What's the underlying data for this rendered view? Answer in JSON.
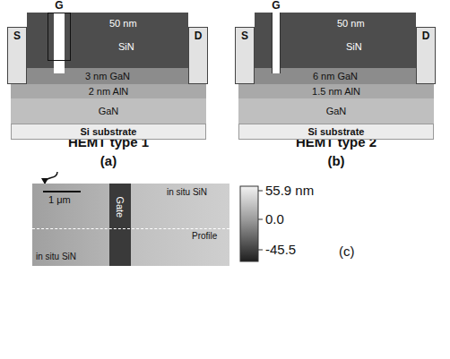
{
  "diagram": {
    "nodes": [
      {
        "text": [
          "HEMT type 1",
          "(a)"
        ]
      },
      {
        "text": [
          "G"
        ],
        "in": 0
      },
      {
        "text": [
          "S"
        ],
        "in": 0
      },
      {
        "text": [
          "50 nm",
          "SiN"
        ],
        "in": 0
      },
      {
        "text": [
          "D"
        ],
        "in": 0
      },
      {
        "text": [
          "3 nm GaN"
        ],
        "in": 0
      },
      {
        "text": [
          "2 nm AlN"
        ],
        "in": 0
      },
      {
        "text": [
          "GaN"
        ],
        "in": 0
      },
      {
        "text": [
          "Si substrate"
        ],
        "in": 0
      },
      {
        "text": [
          "HEMT type 2",
          "(b)"
        ]
      },
      {
        "text": [
          "G"
        ],
        "in": 9
      },
      {
        "text": [
          "S"
        ],
        "in": 9
      },
      {
        "text": [
          "50 nm",
          "SiN"
        ],
        "in": 9
      },
      {
        "text": [
          "D"
        ],
        "in": 9
      },
      {
        "text": [
          "6 nm GaN"
        ],
        "in": 9
      },
      {
        "text": [
          "1.5 nm AlN"
        ],
        "in": 9
      },
      {
        "text": [
          "GaN"
        ],
        "in": 9
      },
      {
        "text": [
          "Si substrate"
        ],
        "in": 9
      },
      {
        "text": [
          "1 μm",
          "in situ SiN",
          "Gate",
          "Profile",
          "in situ SiN"
        ]
      }
    ],
    "edges": [
      {
        "from": 0,
        "to": 18,
        "arrow": "to"
      }
    ],
    "labels": [
      "55.9 nm",
      "0.0",
      "-45.5",
      "(c)"
    ]
  }
}
